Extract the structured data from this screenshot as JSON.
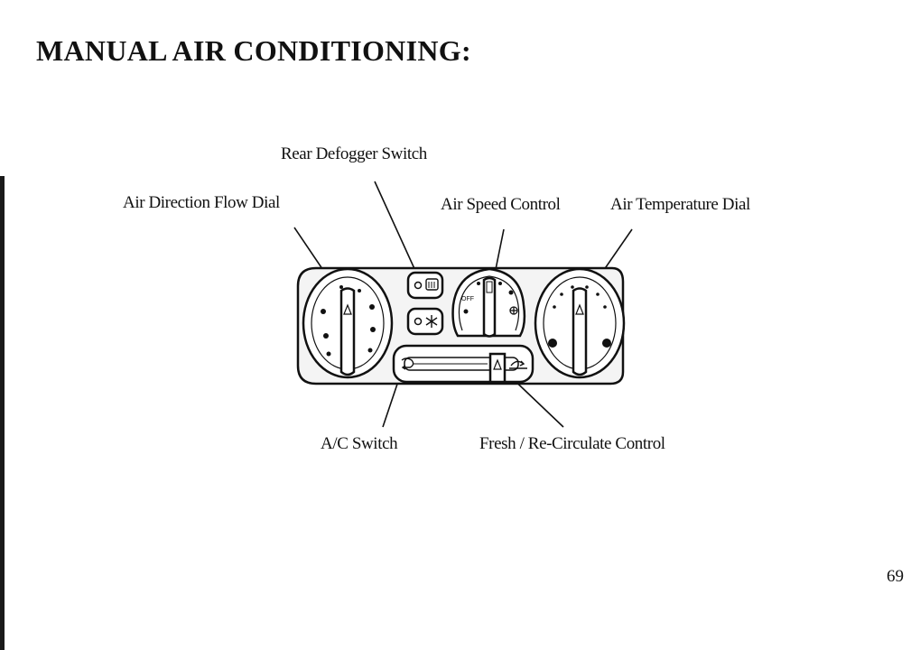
{
  "page": {
    "title": "MANUAL AIR CONDITIONING:",
    "page_number": "69"
  },
  "callouts": {
    "rear_defogger": "Rear Defogger Switch",
    "air_direction": "Air Direction Flow Dial",
    "air_speed": "Air Speed Control",
    "air_temperature": "Air Temperature Dial",
    "ac_switch": "A/C Switch",
    "fresh_recirculate": "Fresh / Re-Circulate Control"
  },
  "panel_marks": {
    "speed_off": "OFF"
  },
  "colors": {
    "ink": "#111111",
    "panel_fill": "#f4f4f4",
    "background": "#ffffff"
  },
  "icons": [
    "defogger-icon",
    "snowflake-icon",
    "fan-icon",
    "recirculate-icon",
    "fresh-air-icon"
  ]
}
